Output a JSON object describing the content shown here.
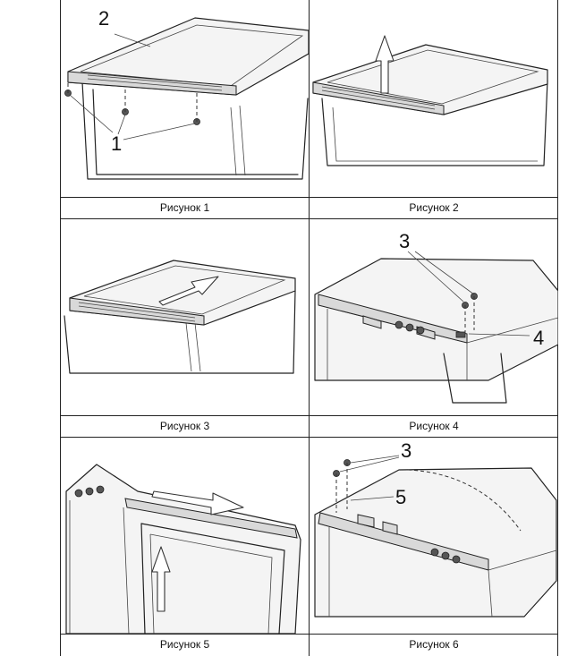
{
  "figures": [
    {
      "caption": "Рисунок 1",
      "callouts": [
        "2",
        "1"
      ]
    },
    {
      "caption": "Рисунок 2",
      "callouts": []
    },
    {
      "caption": "Рисунок 3",
      "callouts": []
    },
    {
      "caption": "Рисунок 4",
      "callouts": [
        "3",
        "4"
      ]
    },
    {
      "caption": "Рисунок 5",
      "callouts": []
    },
    {
      "caption": "Рисунок 6",
      "callouts": [
        "3",
        "5"
      ]
    }
  ]
}
